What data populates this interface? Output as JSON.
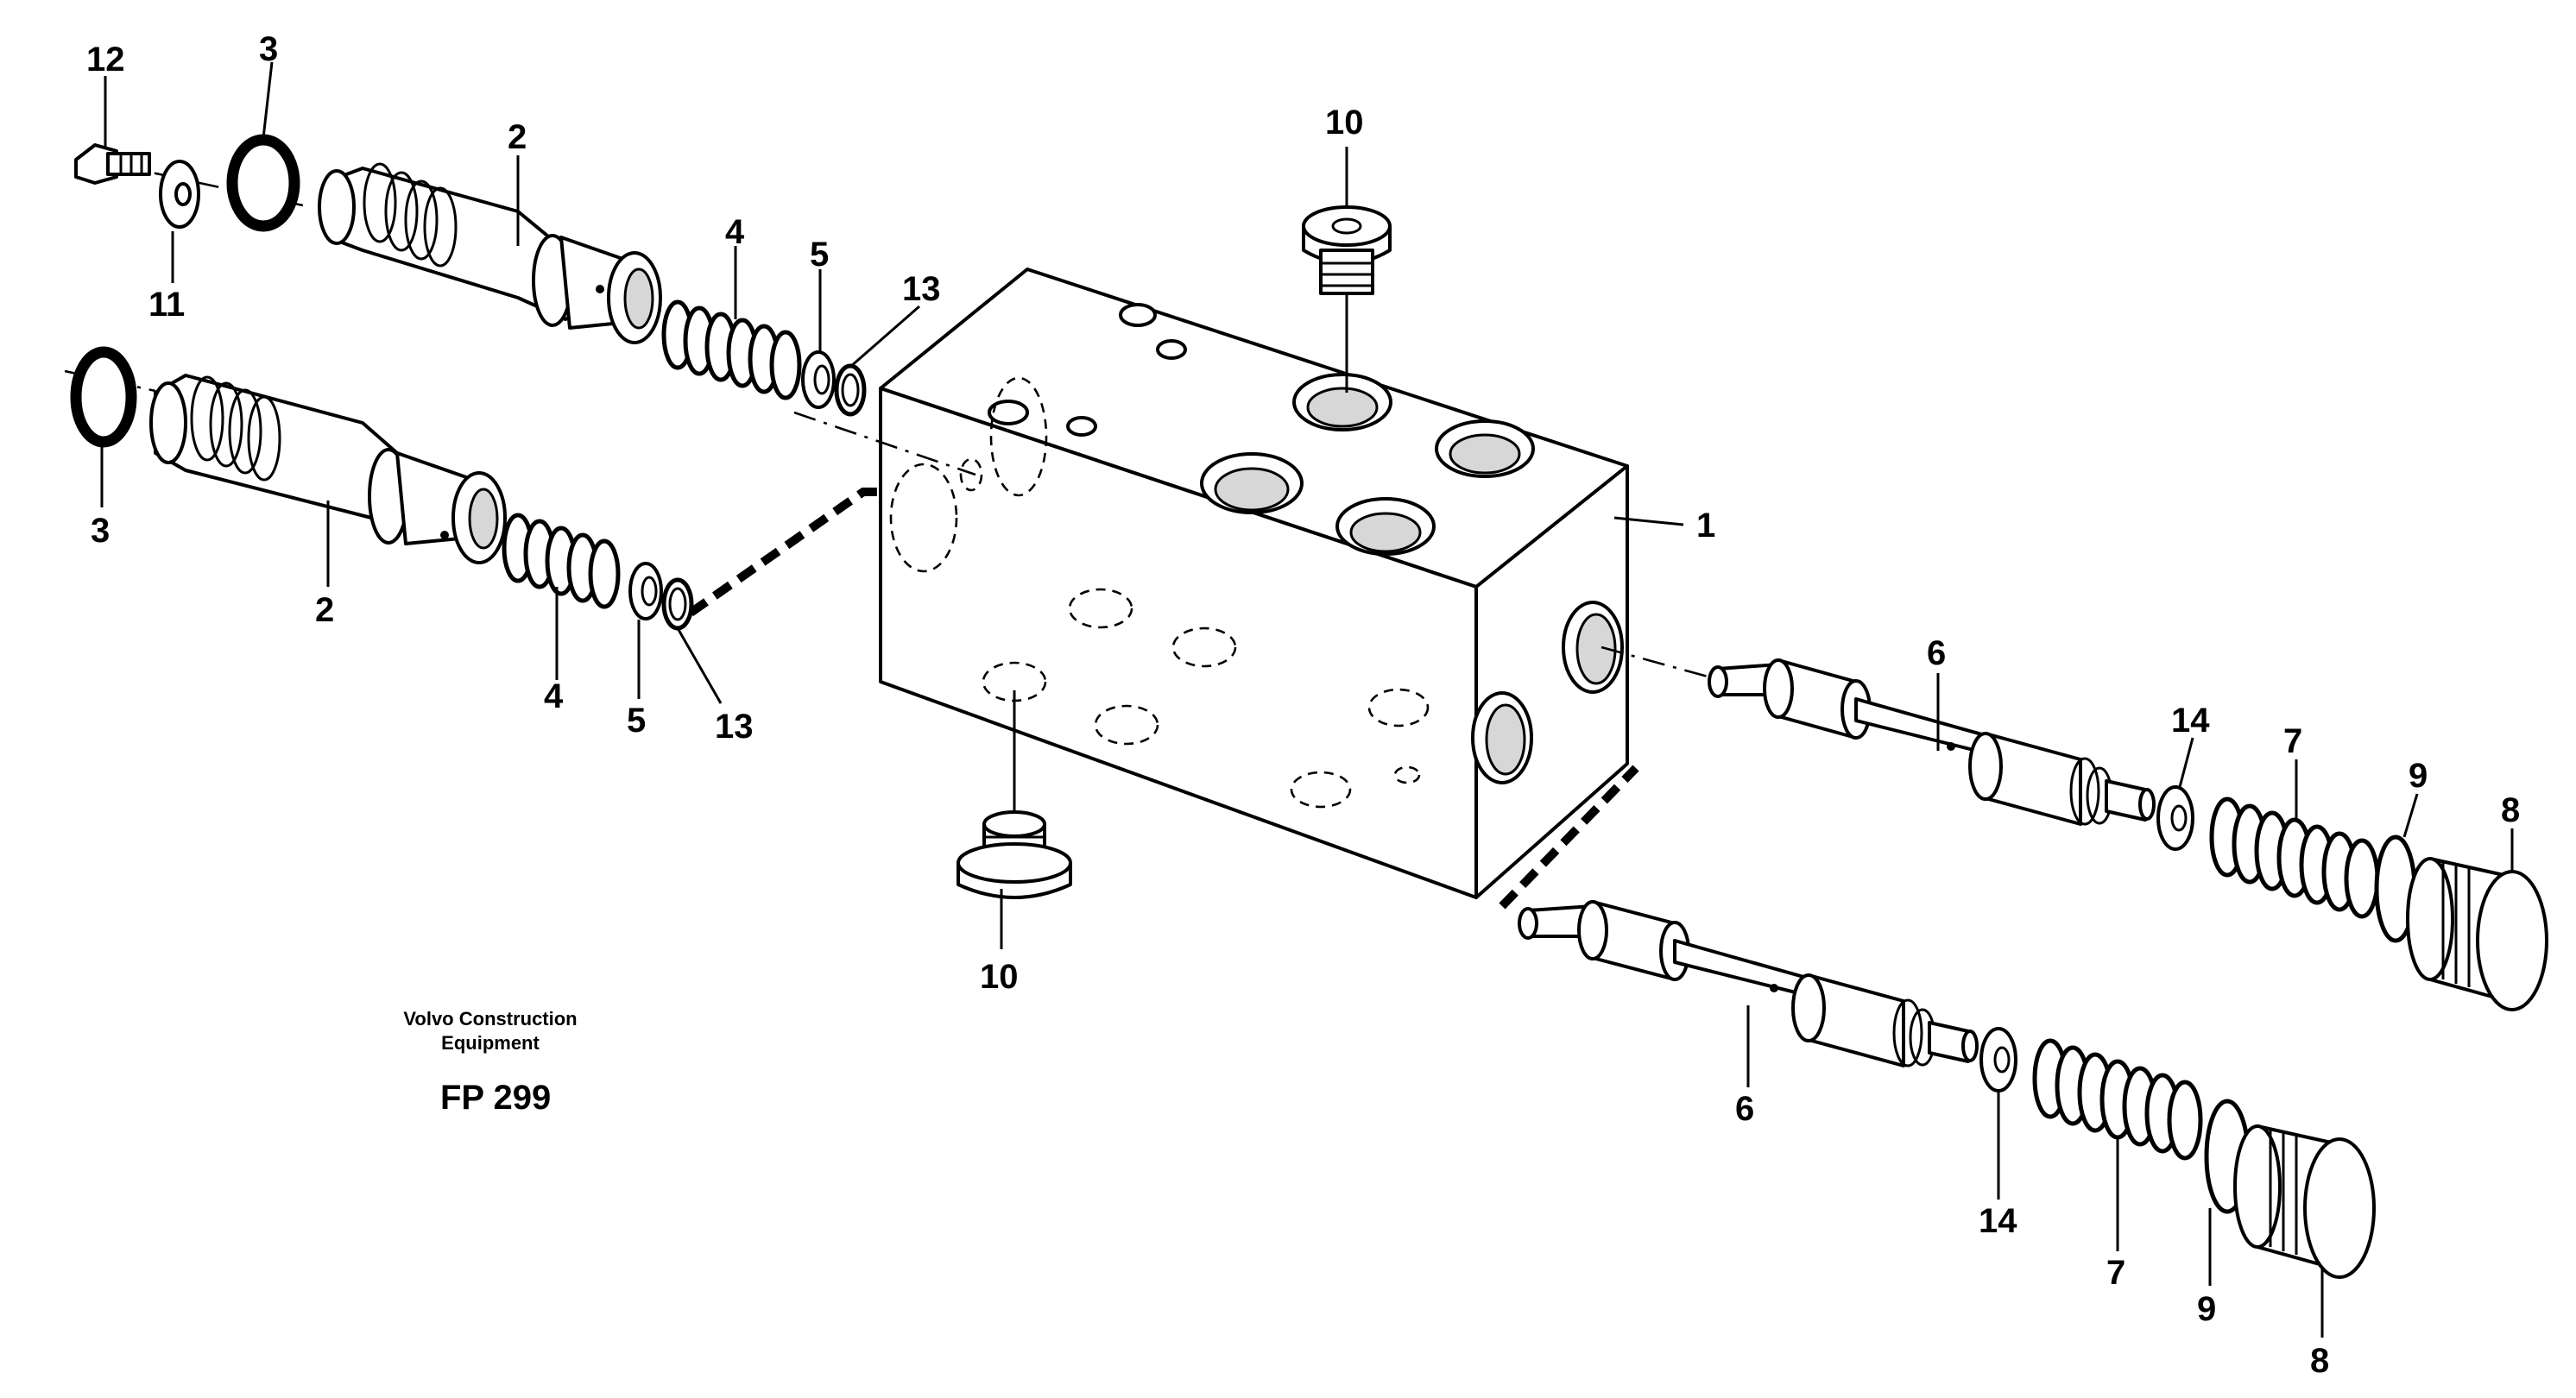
{
  "drawing": {
    "brand_line1": "Volvo Construction",
    "brand_line2": "Equipment",
    "code": "FP 299"
  },
  "callouts": {
    "c12": "12",
    "c3a": "3",
    "c3b": "3",
    "c2a": "2",
    "c2b": "2",
    "c11": "11",
    "c4a": "4",
    "c4b": "4",
    "c5a": "5",
    "c5b": "5",
    "c13a": "13",
    "c13b": "13",
    "c10a": "10",
    "c10b": "10",
    "c1": "1",
    "c6a": "6",
    "c6b": "6",
    "c14a": "14",
    "c14b": "14",
    "c7a": "7",
    "c7b": "7",
    "c9a": "9",
    "c9b": "9",
    "c8a": "8",
    "c8b": "8"
  }
}
